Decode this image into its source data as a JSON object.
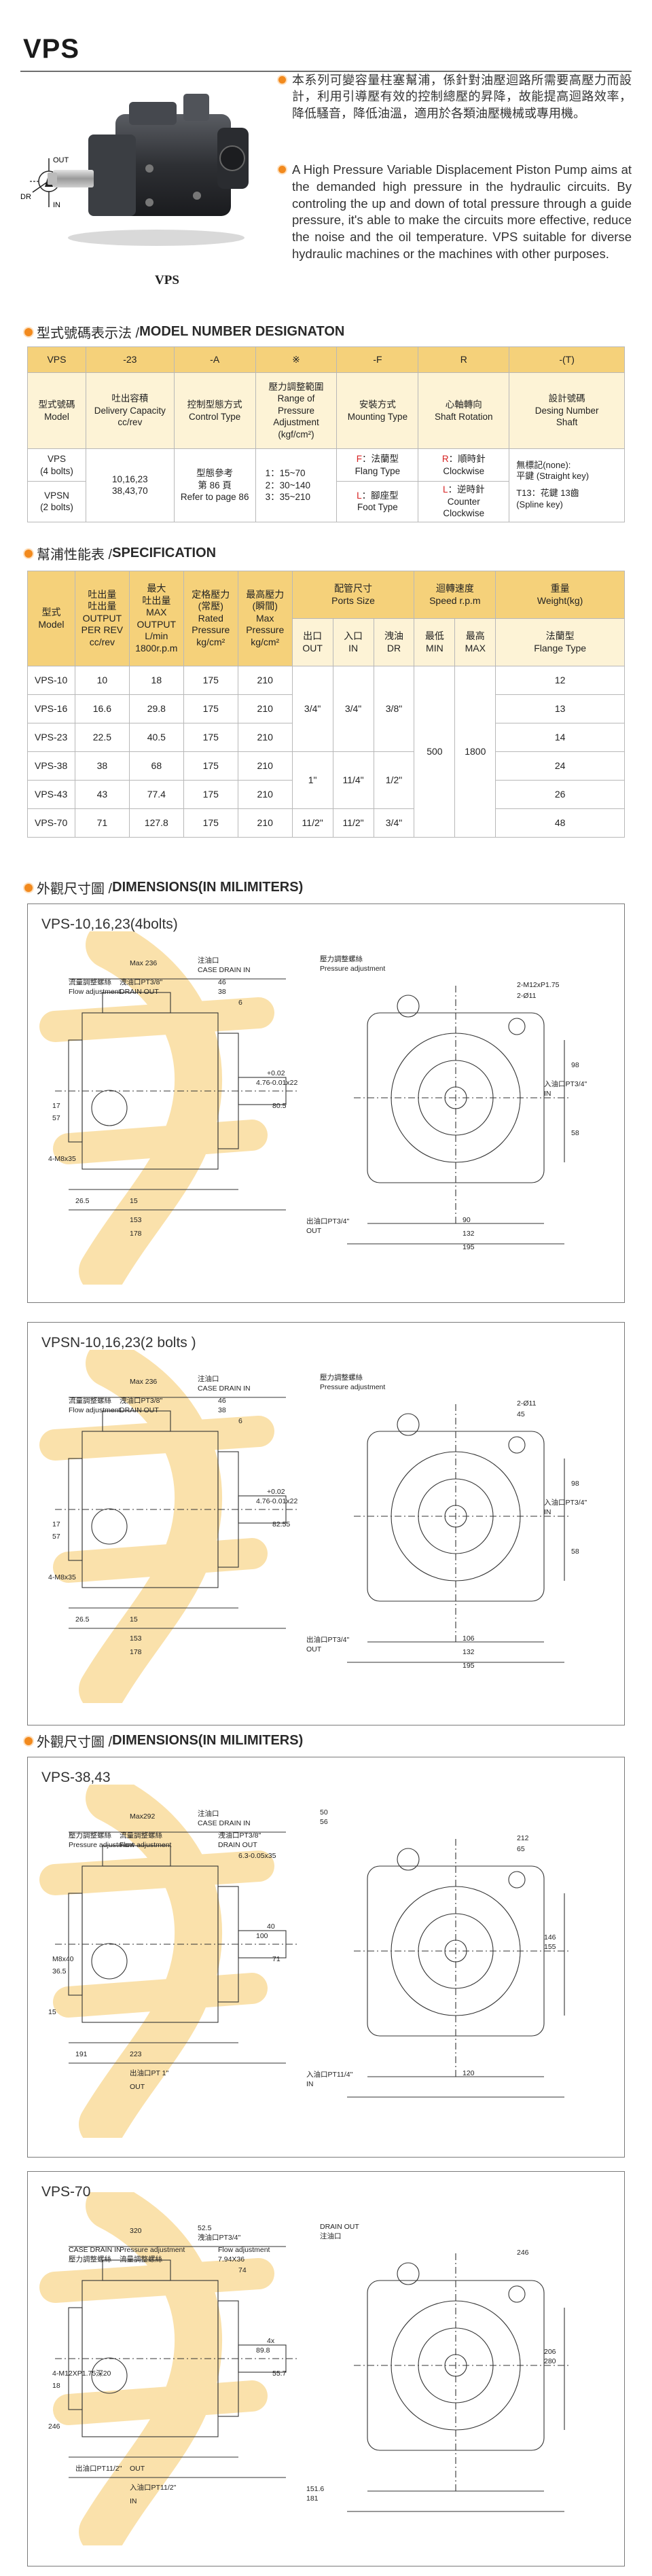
{
  "title": "VPS",
  "caption": "VPS",
  "symbol": {
    "out": "OUT",
    "dr": "DR",
    "in": "IN"
  },
  "intro": {
    "zh": "本系列可變容量柱塞幫浦，係針對油壓迴路所需要高壓力而設計，利用引導壓有效的控制總壓的昇降，故能提高迴路效率，降低騷音，降低油溫，適用於各類油壓機械或專用機。",
    "en": "A High Pressure Variable Displacement Piston Pump aims at the demanded high pressure in the hydraulic circuits. By controling the up and down of total pressure through a guide pressure, it's able to make the circuits more effective, reduce the noise and the oil temperature. VPS suitable for diverse hydraulic machines or the machines with other purposes."
  },
  "model_section": {
    "zh": "型式號碼表示法 / ",
    "en": "MODEL NUMBER DESIGNATON",
    "codes": [
      "VPS",
      "-23",
      "-A",
      "※",
      "-F",
      "R",
      "-(T)"
    ],
    "labels": [
      [
        "型式號碼",
        "Model"
      ],
      [
        "吐出容積",
        "Delivery Capacity",
        "cc/rev"
      ],
      [
        "控制型態方式",
        "Control Type"
      ],
      [
        "壓力調整範圍",
        "Range of Pressure",
        "Adjustment",
        "(kgf/cm²)"
      ],
      [
        "安裝方式",
        "Mounting Type"
      ],
      [
        "心軸轉向",
        "Shaft Rotation"
      ],
      [
        "設計號碼",
        "Desing Number",
        "Shaft"
      ]
    ],
    "model_values": {
      "vps": "VPS",
      "vps_bolts": "(4 bolts)",
      "vpsn": "VPSN",
      "vpsn_bolts": "(2 bolts)"
    },
    "capacity_values": [
      "10,16,23",
      "38,43,70"
    ],
    "control_values": [
      "型態參考",
      "第 86 頁",
      "Refer to page 86"
    ],
    "pressure_values": [
      "1：15~70",
      "2：30~140",
      "3：35~210"
    ],
    "mount_values": {
      "f_code": "F",
      "f_zh": "：法蘭型",
      "f_en": "Flang Type",
      "l_code": "L",
      "l_zh": "：腳座型",
      "l_en": "Foot Type"
    },
    "rotation_values": {
      "r_code": "R",
      "r_zh": "：順時針",
      "r_en": "Clockwise",
      "l_code": "L",
      "l_zh": "：逆時針",
      "l_en1": "Counter",
      "l_en2": "Clockwise"
    },
    "shaft_values": [
      "無標記(none):",
      "平鍵 (Straight key)",
      "T13：花鍵 13齒",
      "(Spline key)"
    ]
  },
  "spec_section": {
    "zh": "幫浦性能表 /",
    "en": "SPECIFICATION",
    "headers": {
      "model": [
        "型式",
        "Model"
      ],
      "output": [
        "吐出量",
        "吐出量",
        "OUTPUT",
        "PER REV",
        "cc/rev"
      ],
      "max_output": [
        "最大",
        "吐出量",
        "MAX",
        "OUTPUT",
        "L/min",
        "1800r.p.m"
      ],
      "rated": [
        "定格壓力",
        "(常壓)",
        "Rated",
        "Pressure",
        "kg/cm²"
      ],
      "max_pressure": [
        "最高壓力",
        "(瞬間)",
        "Max",
        "Pressure",
        "kg/cm²"
      ],
      "ports": [
        "配管尺寸",
        "Ports Size"
      ],
      "speed": [
        "迴轉速度",
        "Speed r.p.m"
      ],
      "weight": [
        "重量",
        "Weight(kg)"
      ],
      "sub": {
        "out": [
          "出口",
          "OUT"
        ],
        "in": [
          "入口",
          "IN"
        ],
        "dr": [
          "洩油",
          "DR"
        ],
        "min": [
          "最低",
          "MIN"
        ],
        "max": [
          "最高",
          "MAX"
        ],
        "flange": [
          "法蘭型",
          "Flange Type"
        ]
      }
    },
    "rows": [
      {
        "model": "VPS-10",
        "output": "10",
        "max_output": "18",
        "rated": "175",
        "max_pressure": "210",
        "weight": "12"
      },
      {
        "model": "VPS-16",
        "output": "16.6",
        "max_output": "29.8",
        "rated": "175",
        "max_pressure": "210",
        "weight": "13"
      },
      {
        "model": "VPS-23",
        "output": "22.5",
        "max_output": "40.5",
        "rated": "175",
        "max_pressure": "210",
        "weight": "14"
      },
      {
        "model": "VPS-38",
        "output": "38",
        "max_output": "68",
        "rated": "175",
        "max_pressure": "210",
        "weight": "24"
      },
      {
        "model": "VPS-43",
        "output": "43",
        "max_output": "77.4",
        "rated": "175",
        "max_pressure": "210",
        "weight": "26"
      },
      {
        "model": "VPS-70",
        "output": "71",
        "max_output": "127.8",
        "rated": "175",
        "max_pressure": "210",
        "weight": "48"
      }
    ],
    "ports_group1": {
      "out": "3/4\"",
      "in": "3/4\"",
      "dr": "3/8\""
    },
    "ports_group2": {
      "out": "1\"",
      "in": "11/4\"",
      "dr": "1/2\""
    },
    "ports_group3": {
      "out": "11/2\"",
      "in": "11/2\"",
      "dr": "3/4\""
    },
    "speed": {
      "min": "500",
      "max": "1800"
    }
  },
  "dims_section": {
    "zh": "外觀尺寸圖 / ",
    "en": "DIMENSIONS(IN MILIMITERS)"
  },
  "drawings": [
    {
      "title": "VPS-10,16,23(4bolts)",
      "labels": [
        "Max 236",
        "注油口",
        "CASE DRAIN IN",
        "壓力調整螺絲",
        "Pressure adjustment",
        "流量調整螺絲",
        "Flow adjustment",
        "洩油口PT3/8\"",
        "DRAIN OUT",
        "46",
        "38",
        "6",
        "+0.02",
        "4.76-0.01x22",
        "80.5",
        "17",
        "57",
        "4-M8x35",
        "26.5",
        "15",
        "153",
        "178",
        "出油口PT3/4\"",
        "OUT",
        "入油口PT3/4\"",
        "IN",
        "2-M12xP1.75",
        "2-Ø11",
        "90",
        "132",
        "195",
        "58",
        "98"
      ]
    },
    {
      "title": "VPSN-10,16,23(2 bolts )",
      "labels": [
        "Max 236",
        "注油口",
        "CASE DRAIN IN",
        "壓力調整螺絲",
        "Pressure adjustment",
        "流量調整螺絲",
        "Flow adjustment",
        "洩油口PT3/8\"",
        "DRAIN OUT",
        "46",
        "38",
        "6",
        "+0.02",
        "4.76-0.01x22",
        "82.55",
        "17",
        "57",
        "4-M8x35",
        "26.5",
        "15",
        "153",
        "178",
        "出油口PT3/4\"",
        "OUT",
        "入油口PT3/4\"",
        "IN",
        "2-Ø11",
        "45",
        "106",
        "132",
        "195",
        "58",
        "98"
      ]
    },
    {
      "title": "VPS-38,43",
      "labels": [
        "Max292",
        "注油口",
        "CASE DRAIN IN",
        "50",
        "56",
        "壓力調整螺絲",
        "Pressure adjustment",
        "流量調整螺絲",
        "Flow adjustment",
        "洩油口PT3/8\"",
        "DRAIN OUT",
        "6.3-0.05x35",
        "40",
        "100",
        "71",
        "M8x40",
        "36.5",
        "15",
        "191",
        "223",
        "出油口PT 1\"",
        "OUT",
        "入油口PT11/4\"",
        "IN",
        "146",
        "155",
        "212",
        "65",
        "120"
      ]
    },
    {
      "title": "VPS-70",
      "labels": [
        "320",
        "52.5",
        "洩油口PT3/4\"",
        "DRAIN OUT",
        "注油口",
        "CASE DRAIN IN",
        "壓力調整螺絲",
        "Pressure adjustment",
        "流量調整螺絲",
        "Flow adjustment",
        "7.94X36",
        "74",
        "4x",
        "89.8",
        "55.7",
        "4-M12XP1.75深20",
        "18",
        "246",
        "出油口PT11/2\"",
        "OUT",
        "入油口PT11/2\"",
        "IN",
        "151.6",
        "181",
        "206",
        "280",
        "246"
      ]
    }
  ],
  "colors": {
    "accent": "#f28a1e",
    "header": "#f5d17a",
    "header_light": "#fdf3d6",
    "watermark": "#f7c55a"
  }
}
